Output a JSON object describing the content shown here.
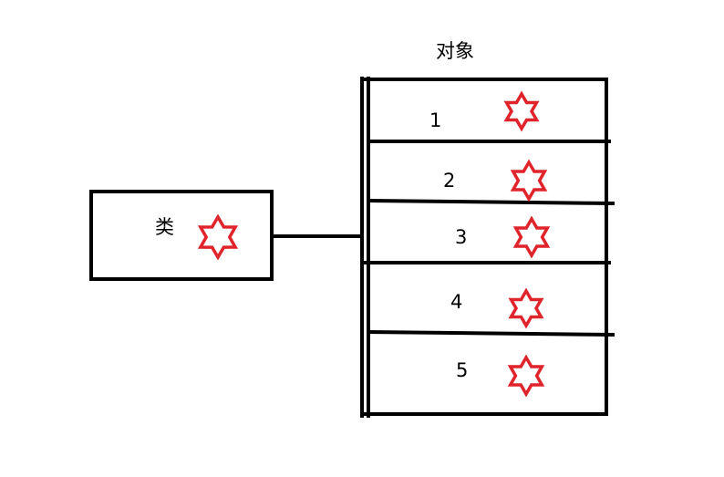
{
  "diagram": {
    "title": "对象",
    "class_box": {
      "label": "类"
    },
    "objects": [
      {
        "label": "1"
      },
      {
        "label": "2"
      },
      {
        "label": "3"
      },
      {
        "label": "4"
      },
      {
        "label": "5"
      }
    ],
    "star_icon": "six-pointed-star-icon",
    "colors": {
      "star": "#e0242c",
      "stroke": "#000000",
      "background": "#ffffff"
    }
  }
}
